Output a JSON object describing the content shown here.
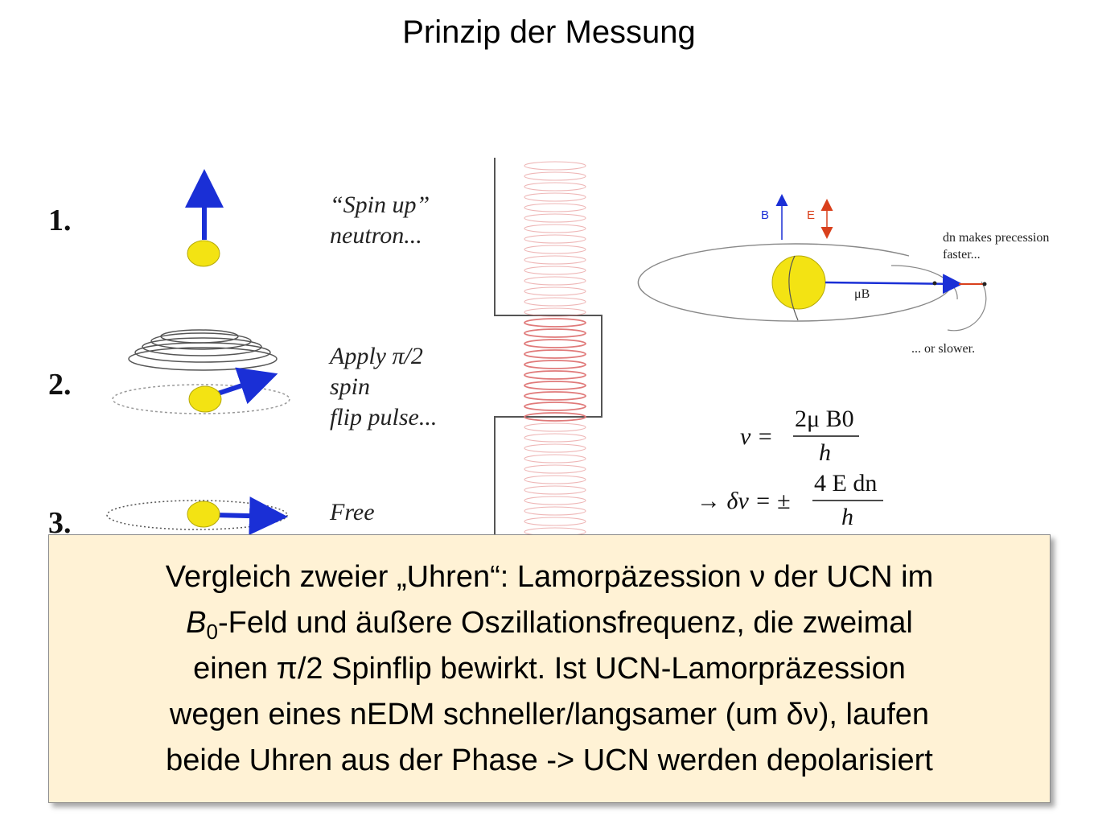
{
  "title": "Prinzip der Messung",
  "figure": {
    "steps": [
      {
        "number": "1.",
        "lines": [
          "“Spin up”",
          "neutron..."
        ]
      },
      {
        "number": "2.",
        "lines": [
          "Apply π/2",
          "spin",
          "flip pulse..."
        ]
      },
      {
        "number": "3.",
        "lines": [
          "Free"
        ]
      }
    ],
    "precession": {
      "b_label": "B",
      "e_label": "E",
      "mu_label": "μB",
      "faster_line1": "dn makes precession",
      "faster_line2": "faster...",
      "slower": "... or slower."
    },
    "equations": {
      "eq1_lhs": "ν =",
      "eq1_num": "2μ B0",
      "eq1_den": "h",
      "eq2_lhs": "→ δν = ±",
      "eq2_num": "4 E dn",
      "eq2_den": "h"
    },
    "colors": {
      "spin_vector": "#1a2fd6",
      "neutron": "#f3e313",
      "e_field": "#d9401c",
      "oscillation": "#e07a7a",
      "precession_orbit": "#8a8a8a"
    }
  },
  "callout": {
    "line1": "Vergleich zweier „Uhren“: Lamorpäzession ν der UCN im",
    "line2_var": "B",
    "line2_sub": "0",
    "line2_rest": "-Feld und äußere Oszillationsfrequenz, die zweimal",
    "line3": "einen π/2 Spinflip bewirkt. Ist UCN-Lamorpräzession",
    "line4": "wegen eines nEDM schneller/langsamer (um δν), laufen",
    "line5": "beide Uhren aus der Phase -> UCN werden depolarisiert"
  }
}
